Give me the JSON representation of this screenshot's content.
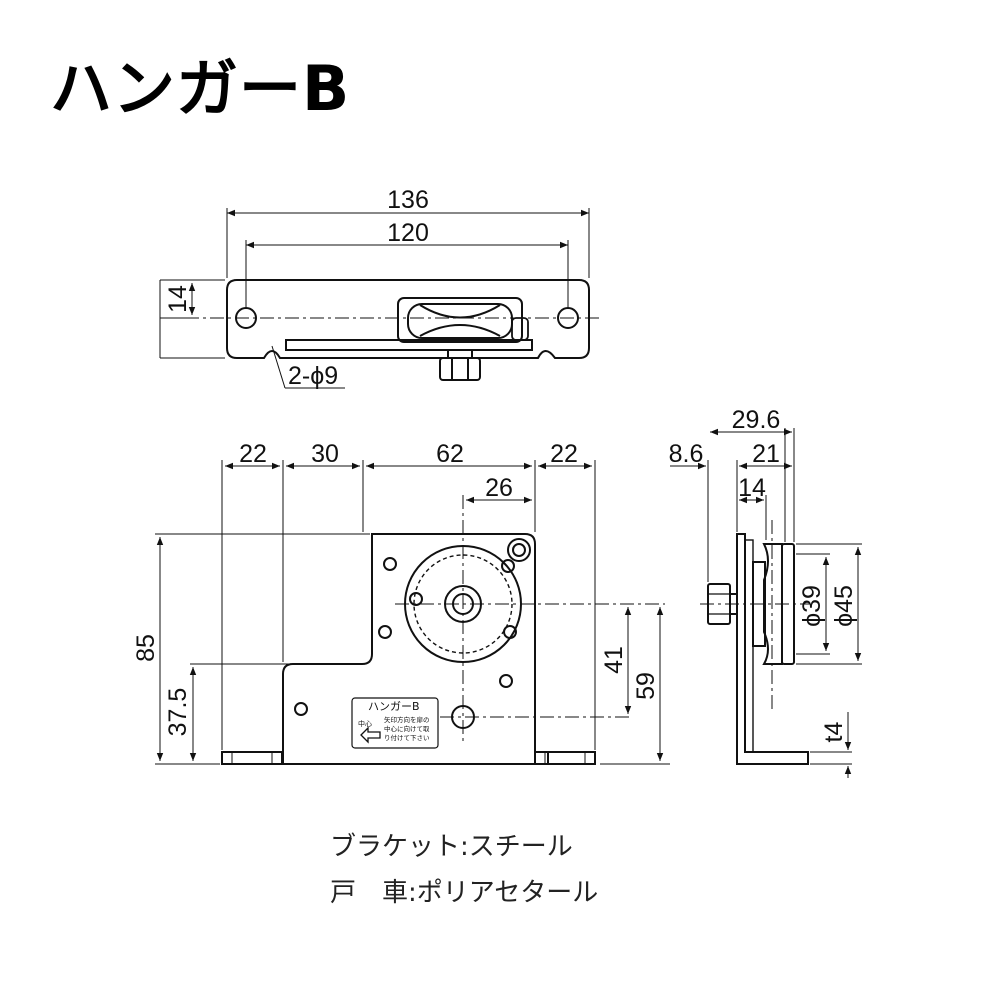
{
  "title": "ハンガーB",
  "top_view": {
    "dims": {
      "overall_width": "136",
      "hole_pitch": "120",
      "offset": "14",
      "holes": "2-ϕ9"
    }
  },
  "front_view": {
    "dims": {
      "d22_left": "22",
      "d30": "30",
      "d62": "62",
      "d22_right": "22",
      "d26": "26",
      "d85": "85",
      "d37_5": "37.5",
      "d41": "41",
      "d59": "59"
    },
    "label_plate": {
      "title": "ハンガーB",
      "side": "中心",
      "lines": [
        "矢印方向を扉の",
        "中心に向けて取",
        "り付けて下さい"
      ]
    }
  },
  "side_view": {
    "dims": {
      "d29_6": "29.6",
      "d8_6": "8.6",
      "d21": "21",
      "d14": "14",
      "d39": "ϕ39",
      "d45": "ϕ45",
      "t4": "t4"
    }
  },
  "materials": [
    {
      "key": "ブラケット",
      "sep": ":",
      "value": "スチール"
    },
    {
      "key": "戸　車",
      "sep": ":",
      "value": "ポリアセタール"
    }
  ]
}
